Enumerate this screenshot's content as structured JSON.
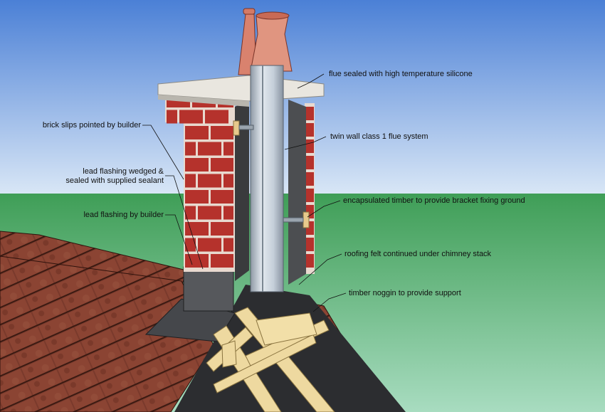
{
  "labels": {
    "flue_sealed": "flue sealed with high temperature silicone",
    "twin_wall": "twin wall class 1 flue system",
    "encapsulated_timber": "encapsulated timber to provide bracket fixing ground",
    "roofing_felt": "roofing felt continued under chimney stack",
    "timber_noggin": "timber noggin to provide support",
    "brick_slips": "brick slips pointed by builder",
    "lead_wedged_line1": "lead flashing wedged &",
    "lead_wedged_line2": "sealed with supplied sealant",
    "lead_by_builder": "lead flashing by builder"
  },
  "colors": {
    "sky_top": "#4b80d6",
    "sky_bottom": "#cfe0f4",
    "grass_top": "#3f9e57",
    "grass_bottom": "#9ed6b4",
    "brick": "#b5322c",
    "mortar": "#e8d9cf",
    "flue": "#c9d3dd",
    "lead": "#3d3f42",
    "timber": "#eed9a0",
    "tile": "#7a3a2c",
    "cap": "#e9e6df",
    "pot": "#d9826e"
  }
}
